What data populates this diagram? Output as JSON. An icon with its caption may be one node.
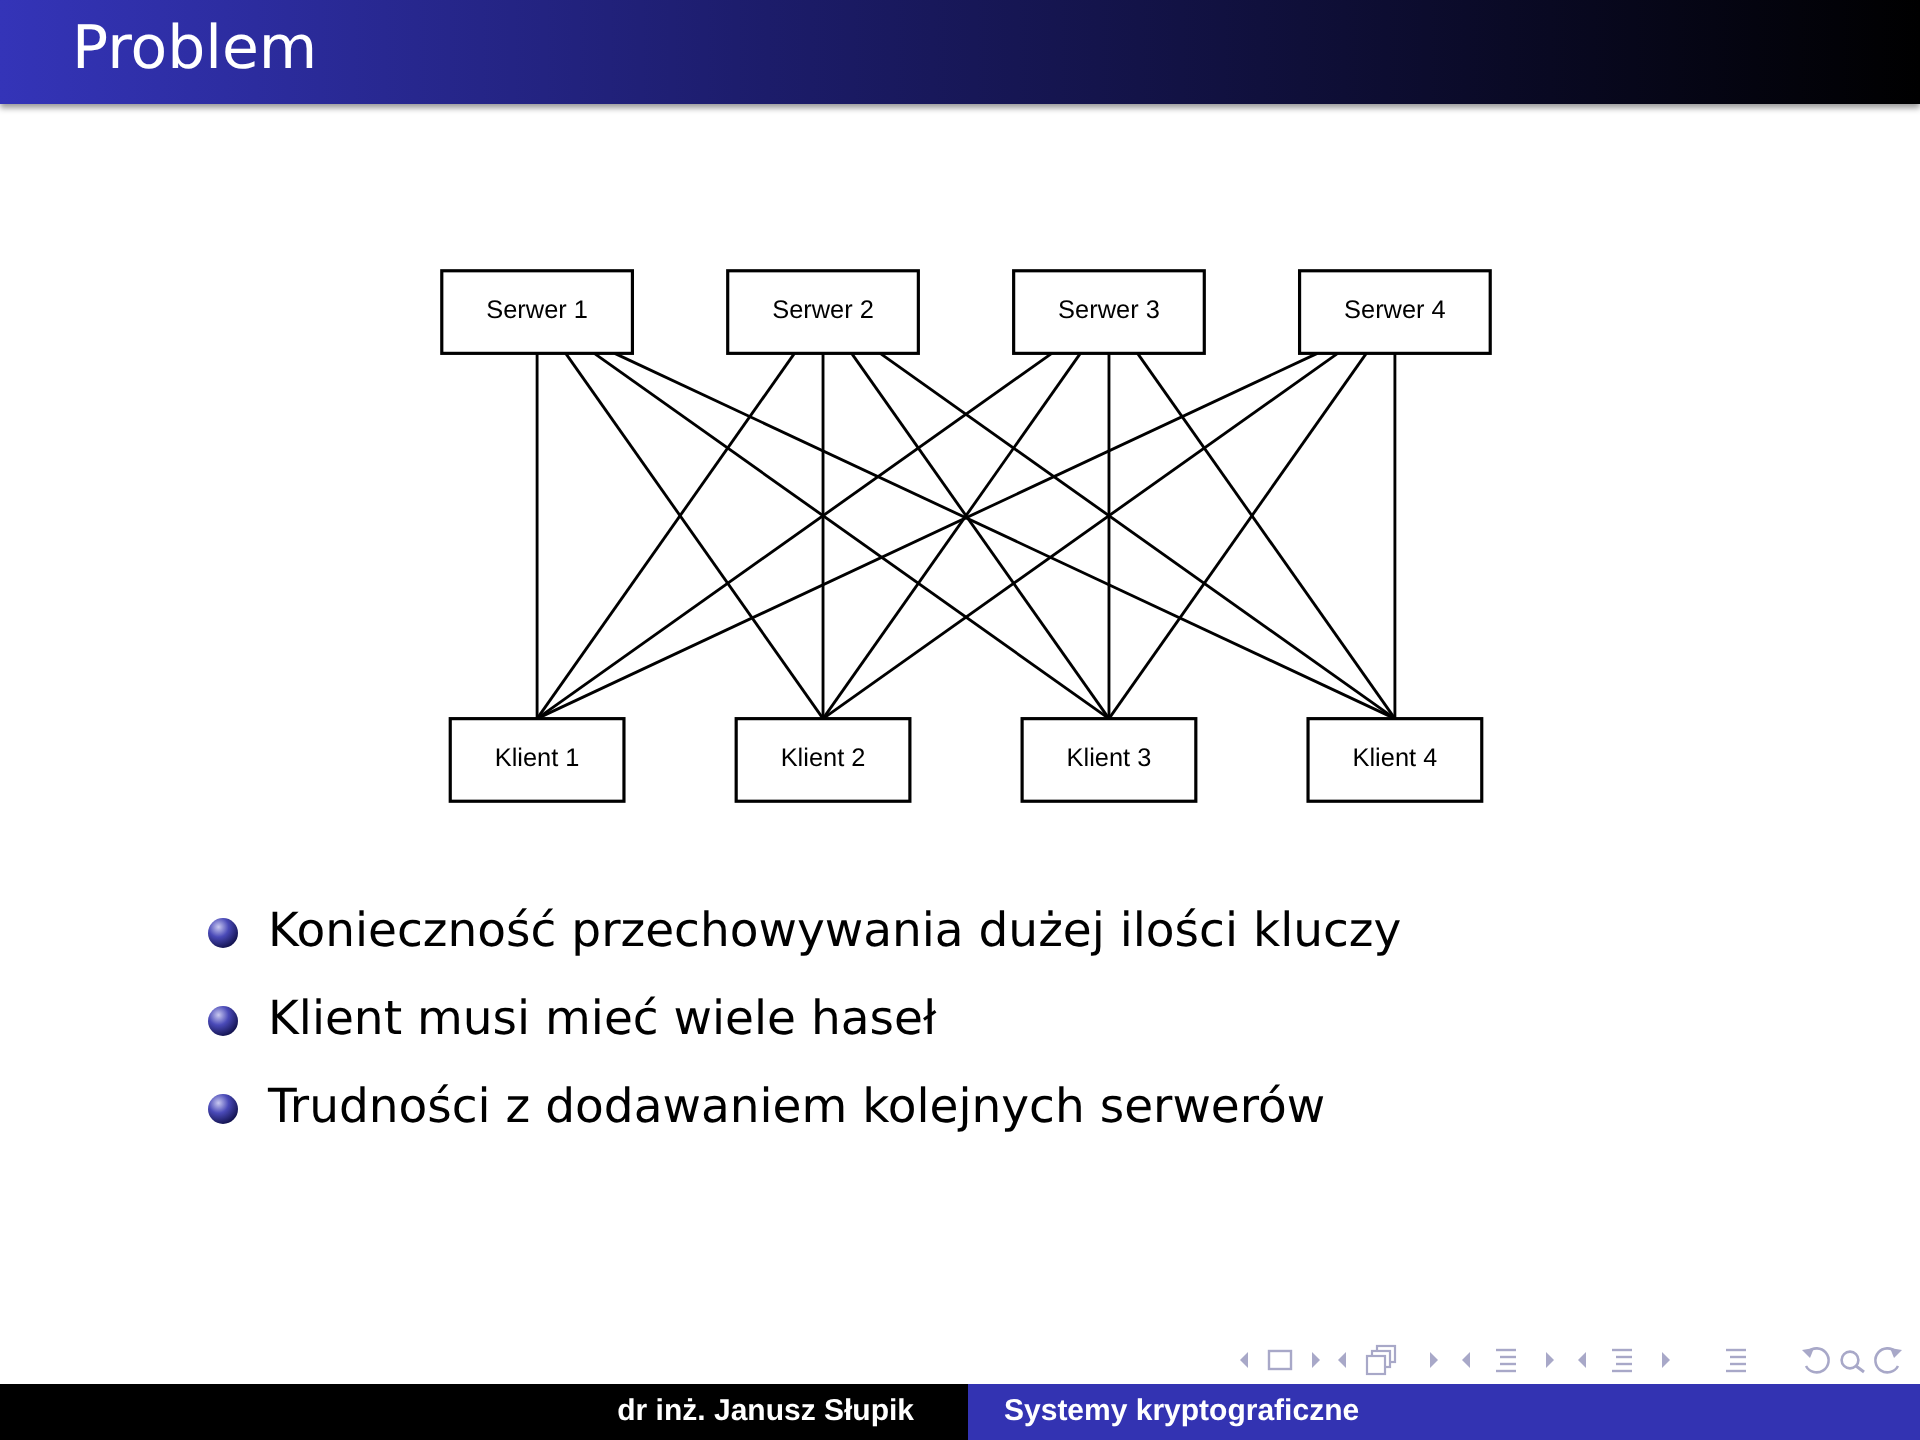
{
  "diagram": {
    "title": "Problem",
    "nodes": [
      {
        "text": [
          "Serwer 1"
        ]
      },
      {
        "text": [
          "Serwer 2"
        ]
      },
      {
        "text": [
          "Serwer 3"
        ]
      },
      {
        "text": [
          "Serwer 4"
        ]
      },
      {
        "text": [
          "Klient 1"
        ]
      },
      {
        "text": [
          "Klient 2"
        ]
      },
      {
        "text": [
          "Klient 3"
        ]
      },
      {
        "text": [
          "Klient 4"
        ]
      }
    ],
    "edges": [
      {
        "from": 0,
        "to": 4,
        "arrow": "none"
      },
      {
        "from": 0,
        "to": 5,
        "arrow": "none"
      },
      {
        "from": 0,
        "to": 6,
        "arrow": "none"
      },
      {
        "from": 0,
        "to": 7,
        "arrow": "none"
      },
      {
        "from": 1,
        "to": 4,
        "arrow": "none"
      },
      {
        "from": 1,
        "to": 5,
        "arrow": "none"
      },
      {
        "from": 1,
        "to": 6,
        "arrow": "none"
      },
      {
        "from": 1,
        "to": 7,
        "arrow": "none"
      },
      {
        "from": 2,
        "to": 4,
        "arrow": "none"
      },
      {
        "from": 2,
        "to": 5,
        "arrow": "none"
      },
      {
        "from": 2,
        "to": 6,
        "arrow": "none"
      },
      {
        "from": 2,
        "to": 7,
        "arrow": "none"
      },
      {
        "from": 3,
        "to": 4,
        "arrow": "none"
      },
      {
        "from": 3,
        "to": 5,
        "arrow": "none"
      },
      {
        "from": 3,
        "to": 6,
        "arrow": "none"
      },
      {
        "from": 3,
        "to": 7,
        "arrow": "none"
      }
    ],
    "labels": [
      "Konieczność przechowywania dużej ilości kluczy",
      "Klient musi mieć wiele haseł",
      "Trudności z dodawaniem kolejnych serwerów",
      "dr inż. Janusz Słupik",
      "Systemy kryptograficzne"
    ]
  }
}
